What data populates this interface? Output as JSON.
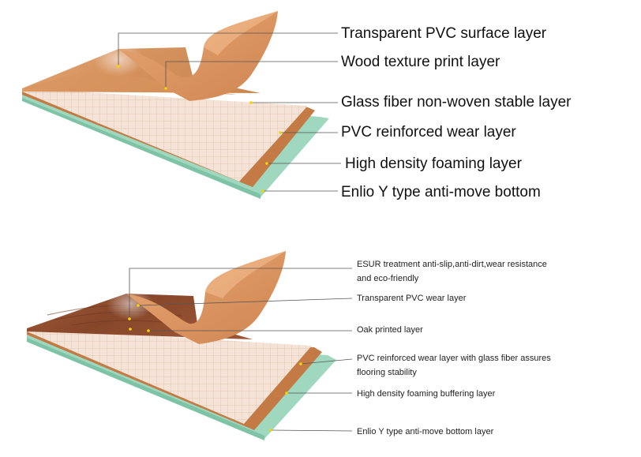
{
  "top_diagram": {
    "labels": [
      "Transparent PVC surface layer",
      "Wood texture print layer",
      "Glass fiber non-woven stable layer",
      "PVC reinforced wear layer",
      "High density foaming layer",
      "Enlio Y type anti-move bottom"
    ]
  },
  "bottom_diagram": {
    "labels": [
      "ESUR treatment anti-slip,anti-dirt,wear resistance and eco-friendly",
      "Transparent PVC wear layer",
      "Oak printed layer",
      "PVC reinforced wear layer with glass fiber assures flooring stability",
      "High density foaming buffering layer",
      "Enlio Y type anti-move bottom layer"
    ]
  },
  "colors": {
    "green_base": "#9fd7bf",
    "green_edge": "#7ec3a6",
    "brown_wear": "#c47a45",
    "glass_fiber": "#f2dfd0",
    "grid_line": "#e3cbb8",
    "light_wood": "#d9925c",
    "dark_oak": "#8e4c2e",
    "peel_back": "#dc9360",
    "leader_line": "#555555",
    "dot": "#f5d400"
  }
}
